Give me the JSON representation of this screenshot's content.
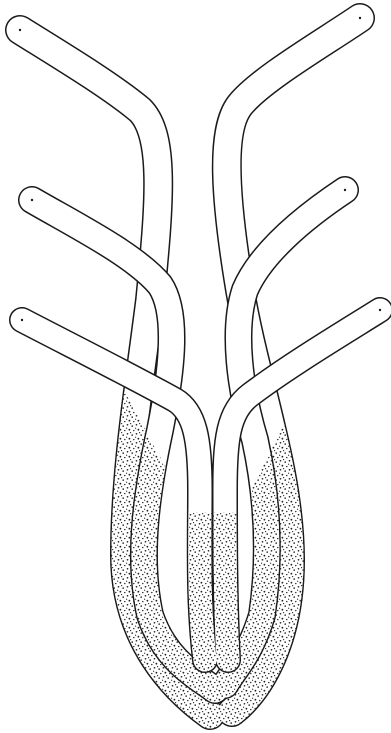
{
  "figure": {
    "ink_color": "#1a1a1a",
    "paper_color": "#ffffff",
    "stipple_color": "#222222",
    "tubes": [
      {
        "name": "outer-left-tube",
        "filled_portion": "lower"
      },
      {
        "name": "middle-left-tube",
        "filled_portion": "lower"
      },
      {
        "name": "inner-left-tube",
        "filled_portion": "lower"
      },
      {
        "name": "inner-right-tube",
        "filled_portion": "lower"
      },
      {
        "name": "middle-right-tube",
        "filled_portion": "lower"
      },
      {
        "name": "outer-right-tube",
        "filled_portion": "lower"
      }
    ]
  }
}
